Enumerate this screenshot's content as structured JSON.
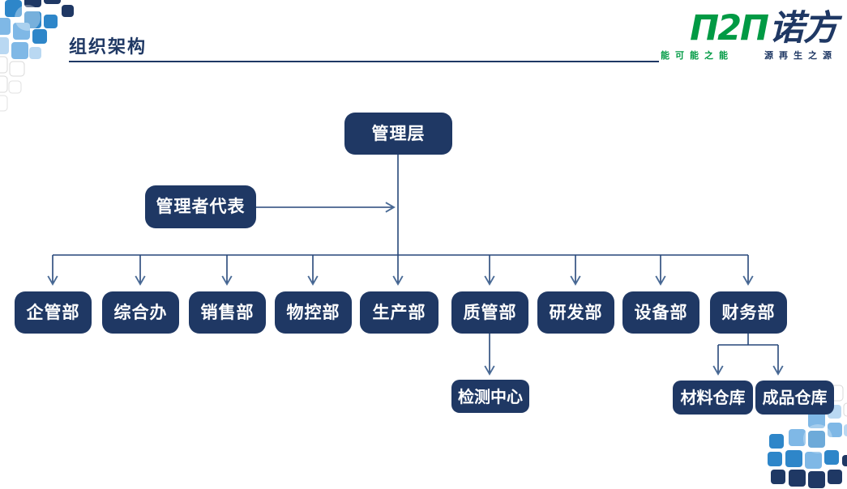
{
  "slide": {
    "title": "组织架构"
  },
  "logo": {
    "symbol": "П2П",
    "wordmark": "诺方",
    "tagline_green": "能可能之能",
    "tagline_blue": "源再生之源"
  },
  "org_chart": {
    "root": "管理层",
    "representative": "管理者代表",
    "departments": [
      "企管部",
      "综合办",
      "销售部",
      "物控部",
      "生产部",
      "质管部",
      "研发部",
      "设备部",
      "财务部"
    ],
    "quality_sub": "检测中心",
    "finance_subs": [
      "材料仓库",
      "成品仓库"
    ]
  },
  "colors": {
    "node_fill": "#1F3864",
    "node_text": "#FFFFFF",
    "title_color": "#1F3864",
    "logo_green": "#009A44",
    "logo_navy": "#1F3864",
    "connector": "#27477A",
    "arrowhead": "#4A6B96",
    "mosaic_dark": "#1F3864",
    "mosaic_medium": "#2E86C9",
    "mosaic_light": "#7FB8E6",
    "mosaic_pale": "#B9D8F2"
  }
}
